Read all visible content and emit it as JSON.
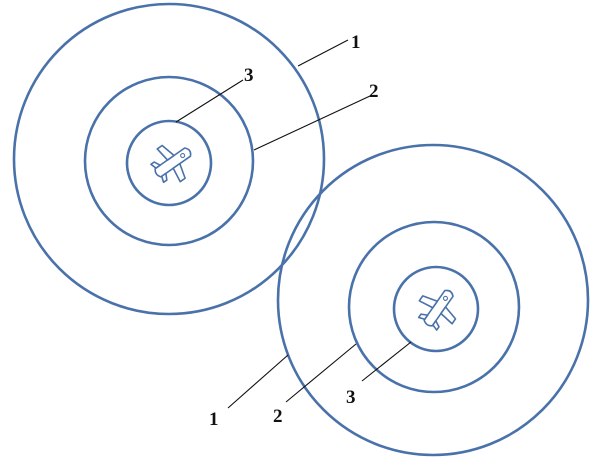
{
  "colors": {
    "ring": "#4a72aa",
    "plane": "#4a72aa",
    "leader": "#111111"
  },
  "icons": [
    "airplane-icon",
    "airplane-icon"
  ],
  "callouts": {
    "top": {
      "outer": "1",
      "middle": "2",
      "inner": "3"
    },
    "bottom": {
      "outer": "1",
      "middle": "2",
      "inner": "3"
    }
  }
}
